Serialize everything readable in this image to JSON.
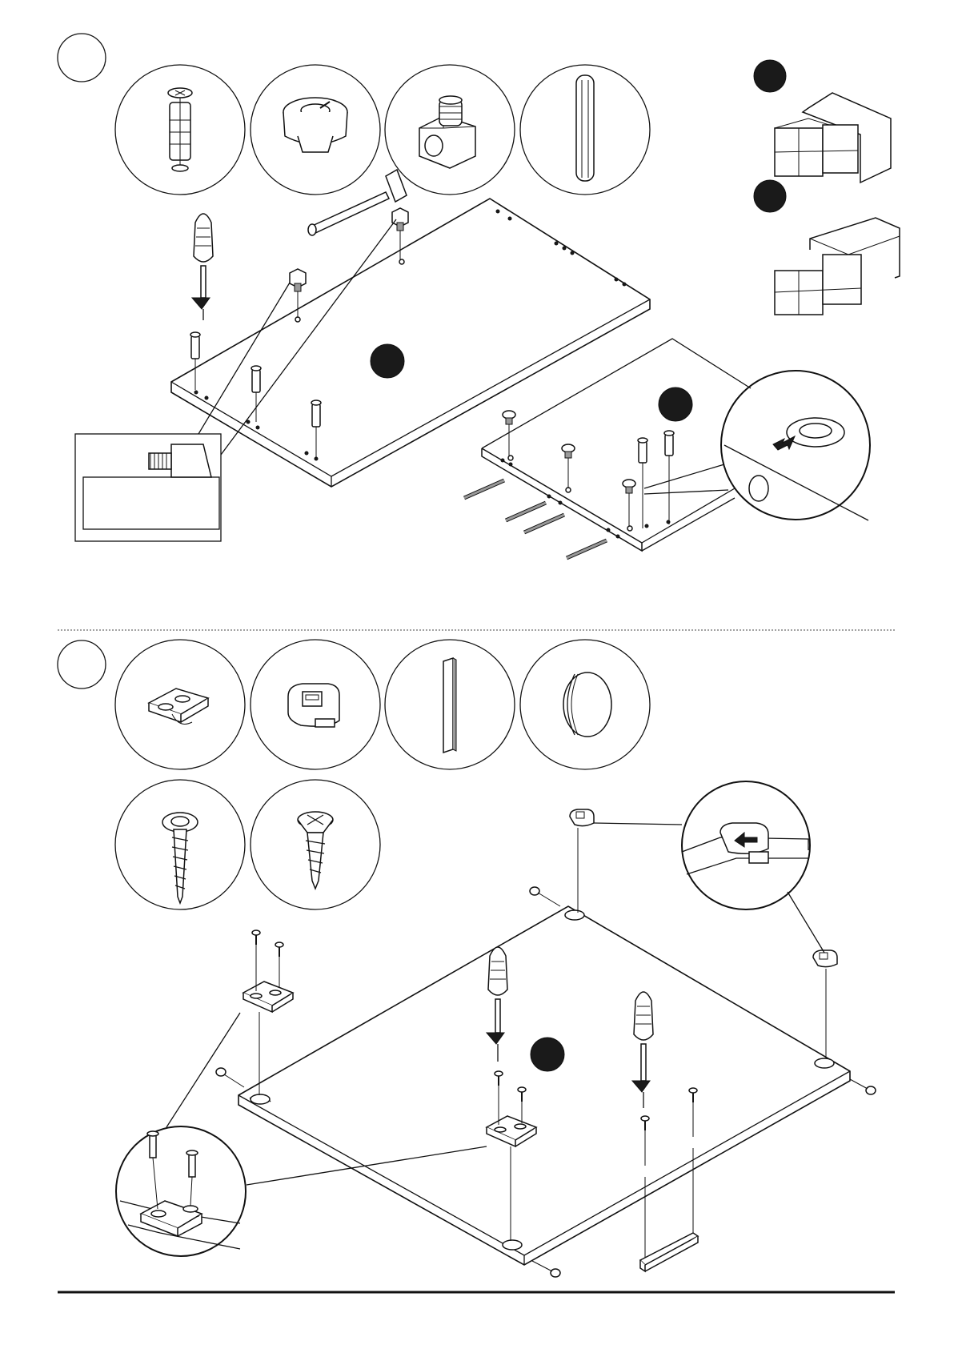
{
  "page": {
    "width": 1192,
    "height": 1685
  },
  "colors": {
    "line": "#111111",
    "background": "#ffffff",
    "marker_fill": "#1a1a1a"
  },
  "steps": [
    {
      "id": "step-top",
      "number": "",
      "hardware_icons": [
        "wall-plug-screw-icon",
        "cam-lock-icon",
        "cam-bolt-block-icon",
        "wooden-dowel-icon"
      ],
      "tools": [
        "screwdriver-icon",
        "hammer-icon"
      ],
      "variant_markers": [
        "",
        ""
      ],
      "panel_markers": [
        "",
        ""
      ]
    },
    {
      "id": "step-bottom",
      "number": "",
      "hardware_icons": [
        "connector-bracket-icon",
        "cam-clip-icon",
        "wooden-strip-icon",
        "bumper-pad-icon",
        "wood-screw-icon",
        "countersunk-screw-icon"
      ],
      "tools": [
        "screwdriver-icon",
        "screwdriver-icon"
      ],
      "panel_markers": [
        ""
      ]
    }
  ]
}
